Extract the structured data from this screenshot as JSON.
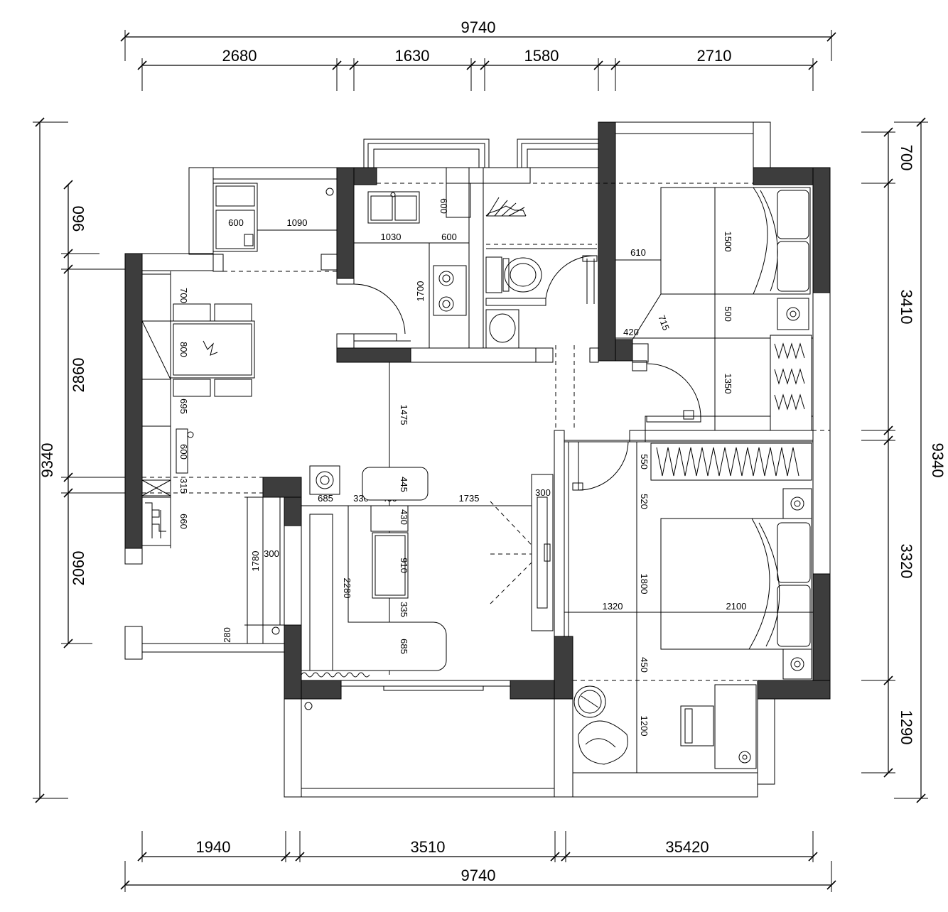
{
  "dimensions": {
    "overall_width_top": "9740",
    "overall_width_bottom": "9740",
    "overall_height_left": "9340",
    "overall_height_right": "9340",
    "top_segments": [
      "2680",
      "1630",
      "1580",
      "2710"
    ],
    "bottom_segments": [
      "1940",
      "3510",
      "35420"
    ],
    "left_segments": [
      "960",
      "2860",
      "2060"
    ],
    "right_segments": [
      "700",
      "3410",
      "3320",
      "1290"
    ]
  },
  "inner_dimensions": {
    "washer_width": "600",
    "balcony_depth": "1090",
    "kitchen_sink_width": "600",
    "kitchen_counter": "1030",
    "kitchen_counter_2": "600",
    "stove_length": "1700",
    "dining_gap_top": "700",
    "dining_table_width": "800",
    "dining_gap_bottom": "695",
    "cabinet_600": "600",
    "cabinet_315": "315",
    "cabinet_660": "660",
    "corridor_1475": "1475",
    "tv_cabinet_1780": "1780",
    "tv_cabinet_300": "300",
    "cabinet_280": "280",
    "sofa_685": "685",
    "sofa_330": "330",
    "sofa_460": "460",
    "ottoman_445": "445",
    "table_430": "430",
    "coffee_910": "910",
    "coffee_335": "335",
    "sofa_depth_685": "685",
    "sofa_length_2280": "2280",
    "living_width_1735": "1735",
    "tv_wall_300": "300",
    "bed1_width_1500": "1500",
    "bed1_side_610": "610",
    "bed1_gap_500": "500",
    "door_715": "715",
    "wall_420": "420",
    "wardrobe1_1350": "1350",
    "wardrobe2_550": "550",
    "gap_520": "520",
    "bed2_width_1800": "1800",
    "bed2_side_1320": "1320",
    "bed2_length_2100": "2100",
    "gap_450": "450",
    "desk_1200": "1200"
  },
  "colors": {
    "wall": "#3d3d3d",
    "line": "#000000",
    "background": "#ffffff"
  }
}
